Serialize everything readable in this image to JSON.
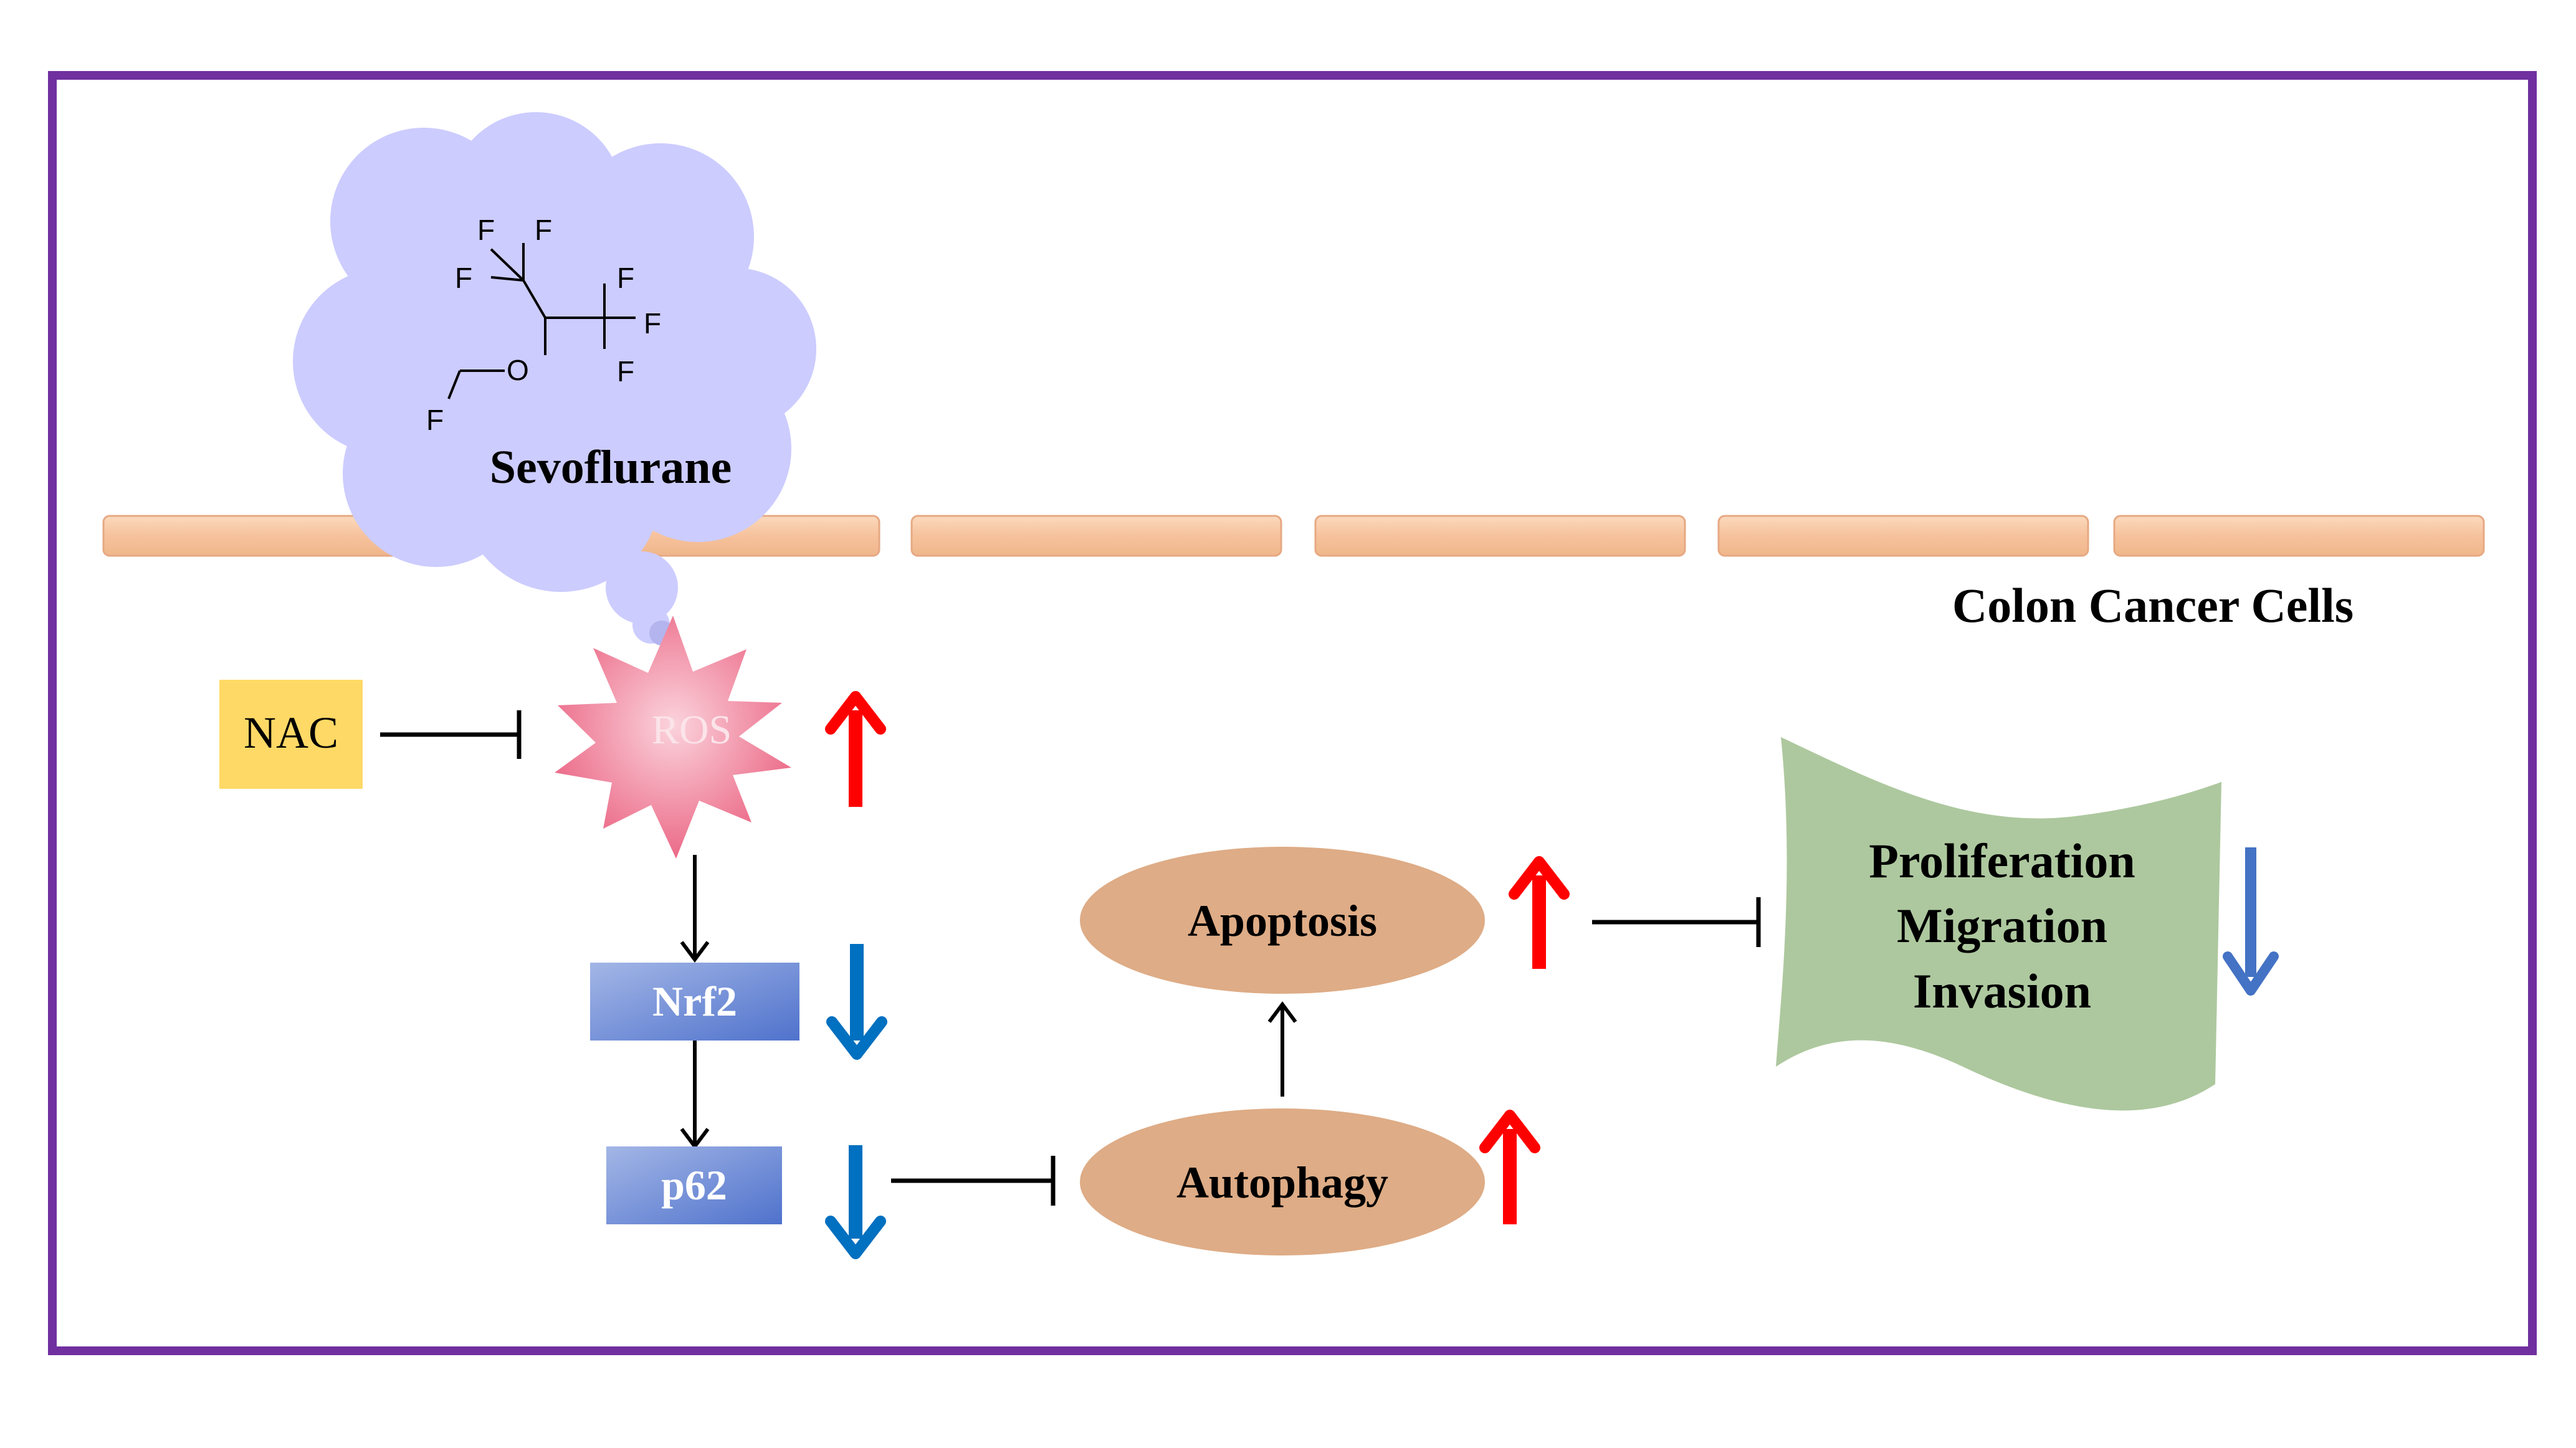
{
  "drug": {
    "name": "Sevoflurane",
    "structure_atoms": [
      "F",
      "F",
      "F",
      "F",
      "F",
      "F",
      "O",
      "F"
    ]
  },
  "cell_label": "Colon Cancer Cells",
  "nodes": {
    "nac": "NAC",
    "ros": "ROS",
    "nrf2": "Nrf2",
    "p62": "p62",
    "apoptosis": "Apoptosis",
    "autophagy": "Autophagy",
    "outcomes": [
      "Proliferation",
      "Migration",
      "Invasion"
    ]
  },
  "colors": {
    "frame": "#7030a0",
    "cloud": "#ccccff",
    "membrane": "#f8cba5",
    "nac_box": "#ffd966",
    "ros_star": "#f0708a",
    "protein_box": "#6f8fd6",
    "process_ellipse": "#deac86",
    "outcome_banner": "#adc89e",
    "arrow_up": "#ff0000",
    "arrow_down": "#0070c0",
    "arrow_down_outcome": "#4472c4"
  },
  "regulation": {
    "ros": "up",
    "nrf2": "down",
    "p62": "down",
    "apoptosis": "up",
    "autophagy": "up",
    "outcomes": "down"
  }
}
